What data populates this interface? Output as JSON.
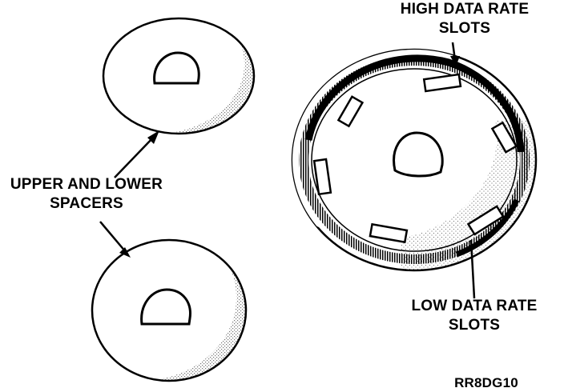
{
  "labels": {
    "spacers_line1": "UPPER AND LOWER",
    "spacers_line2": "SPACERS",
    "high_line1": "HIGH DATA RATE",
    "high_line2": "SLOTS",
    "low_line1": "LOW DATA RATE",
    "low_line2": "SLOTS",
    "figure_code": "RR8DG10"
  },
  "colors": {
    "ink": "#000000",
    "paper": "#ffffff",
    "shade": "#8a8a8a"
  }
}
